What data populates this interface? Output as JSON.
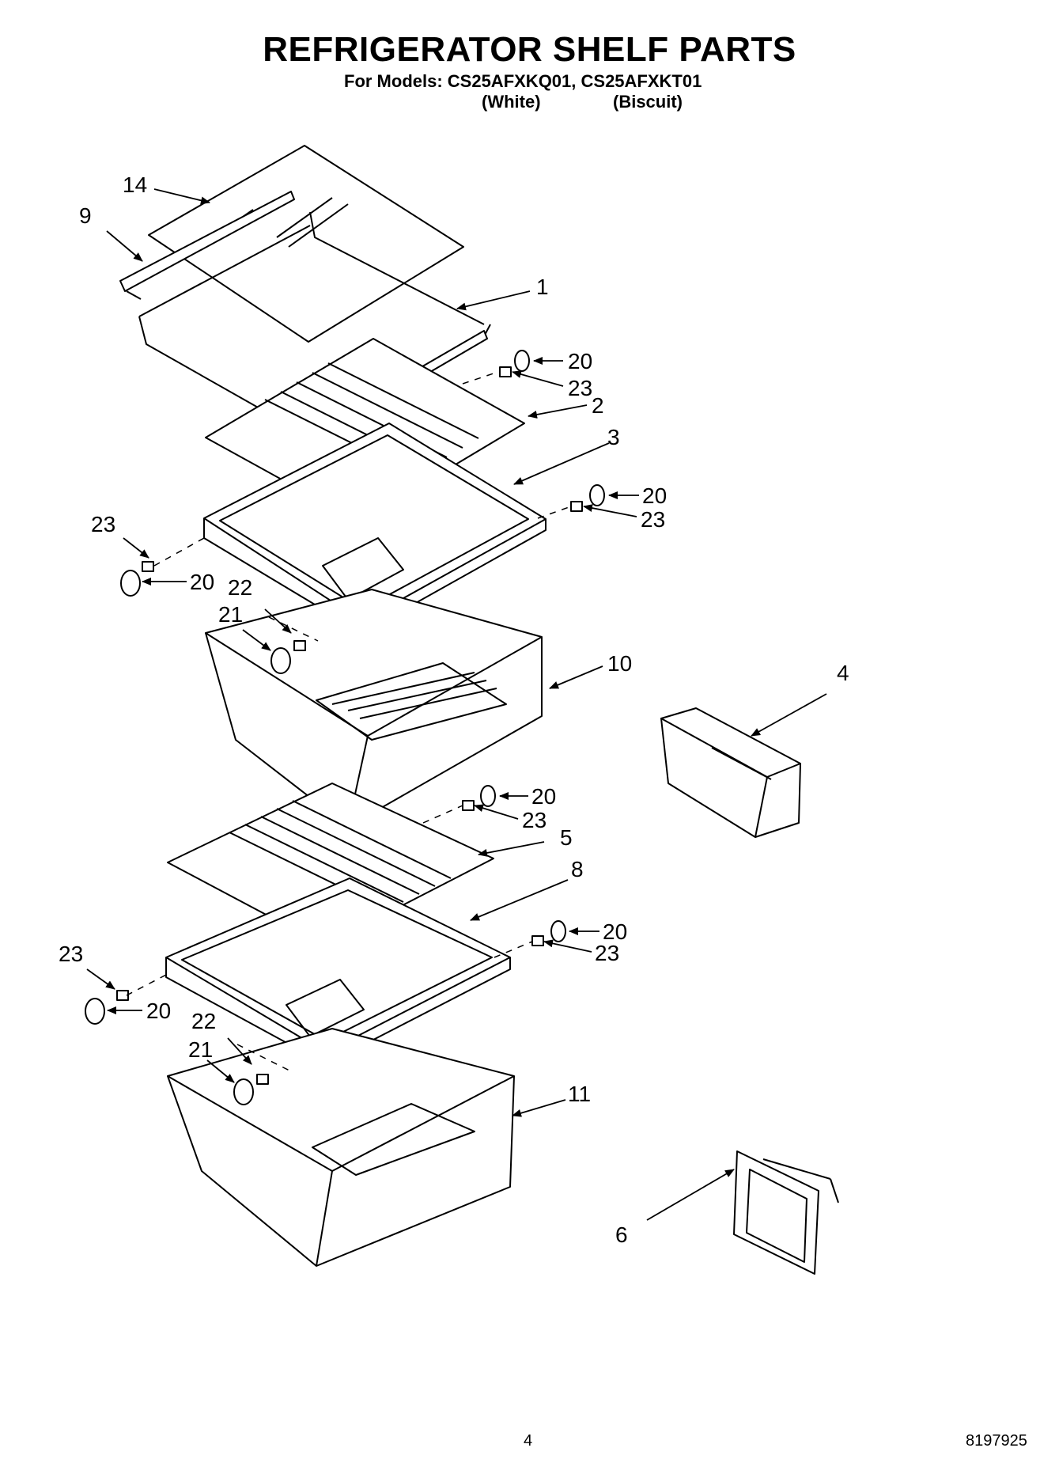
{
  "header": {
    "title": "REFRIGERATOR SHELF PARTS",
    "models_line": "For Models: CS25AFXKQ01, CS25AFXKT01",
    "color_white": "(White)",
    "color_biscuit": "(Biscuit)"
  },
  "callouts": {
    "c1": "1",
    "c2": "2",
    "c3": "3",
    "c4": "4",
    "c5": "5",
    "c6": "6",
    "c8": "8",
    "c9": "9",
    "c10": "10",
    "c11": "11",
    "c14": "14",
    "c20a": "20",
    "c20b": "20",
    "c20c": "20",
    "c20d": "20",
    "c20e": "20",
    "c20f": "20",
    "c21a": "21",
    "c21b": "21",
    "c22a": "22",
    "c22b": "22",
    "c23a": "23",
    "c23b": "23",
    "c23c": "23",
    "c23d": "23",
    "c23e": "23",
    "c23f": "23"
  },
  "footer": {
    "page_number": "4",
    "doc_number": "8197925"
  }
}
